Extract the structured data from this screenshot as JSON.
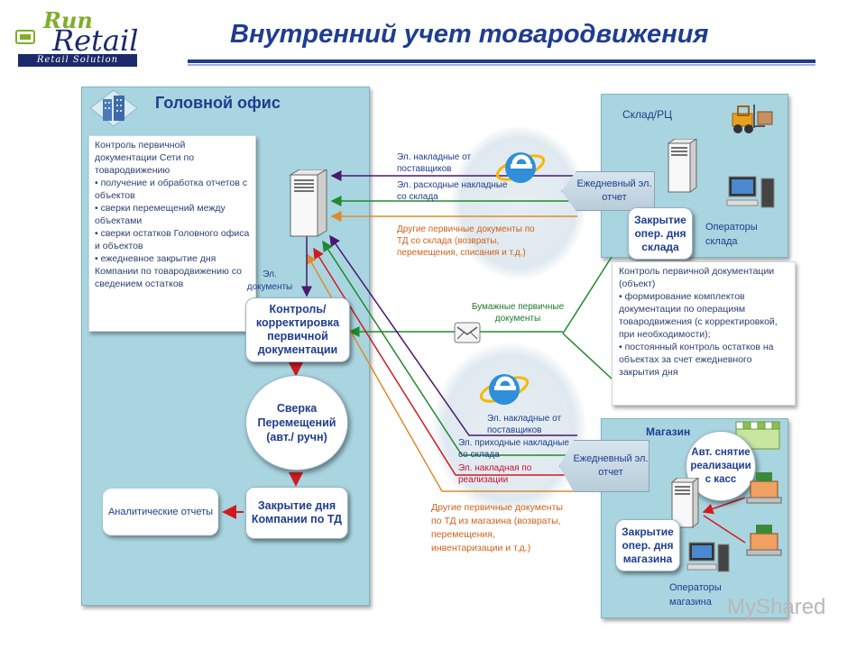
{
  "title": "Внутренний учет товародвижения",
  "logo": {
    "run": "Run",
    "retail": "Retail",
    "solution": "Retail Solution"
  },
  "head_office": {
    "title": "Головной офис",
    "box_lines": [
      "Контроль первичной документации  Сети по товародвижению",
      "•   получение и обработка отчетов с объектов",
      "•   сверки перемещений между объектами",
      "•   сверки остатков Головного офиса и объектов",
      "•   ежедневное закрытие дня Компании по товародвижению  со сведением остатков"
    ],
    "el_docs": "Эл. документы",
    "control": "Контроль/ корректировка первичной документации",
    "reconcile": "Сверка Перемещений (авт./ ручн)",
    "close_day": "Закрытие дня Компании по ТД",
    "reports": "Аналитические отчеты"
  },
  "warehouse": {
    "title": "Склад/РЦ",
    "daily_report": "Ежедневный эл. отчет",
    "close_day": "Закрытие опер. дня склада",
    "operators": "Операторы склада",
    "box_lines": [
      "Контроль первичной документации  (объект)",
      "•   формирование комплектов документации по операциям товародвижения (с корректировкой, при необходимости);",
      "•   постоянный контроль остатков на объектах за счет ежедневного закрытия дня"
    ]
  },
  "shop": {
    "title": "Магазин",
    "auto_removal": "Авт. снятие реализации с касс",
    "daily_report": "Ежедневный эл. отчет",
    "close_day": "Закрытие опер. дня магазина",
    "operators": "Операторы магазина"
  },
  "flows": {
    "wh_supplier_invoices": "Эл. накладные от поставщиков",
    "wh_expense_invoices": "Эл. расходные накладные со склада",
    "wh_other_docs": "Другие первичные документы  по ТД со склада (возвраты, перемещения, списания и т.д.)",
    "paper_docs": "Бумажные первичные документы",
    "shop_supplier_invoices": "Эл. накладные от поставщиков",
    "shop_receipt_invoices": "Эл. приходные накладные со склада",
    "shop_sales_invoice": "Эл. накладная по реализации",
    "shop_other_docs": "Другие первичные документы  по ТД из магазина (возвраты, перемещения, инвентаризации  и т.д.)"
  },
  "watermark": "MyShared",
  "colors": {
    "panel": "#a9d5e0",
    "title": "#1f3d8f",
    "dark_arrow": "#4b1670",
    "green_arrow": "#1f8a2e",
    "orange_arrow": "#e08a2a",
    "red_arrow": "#d01a22",
    "blue_arrow": "#3a5ab0"
  },
  "icons": [
    "building-icon",
    "server-icon",
    "internet-explorer-icon",
    "envelope-icon",
    "forklift-icon",
    "computer-icon",
    "cash-register-icon",
    "store-icon"
  ]
}
